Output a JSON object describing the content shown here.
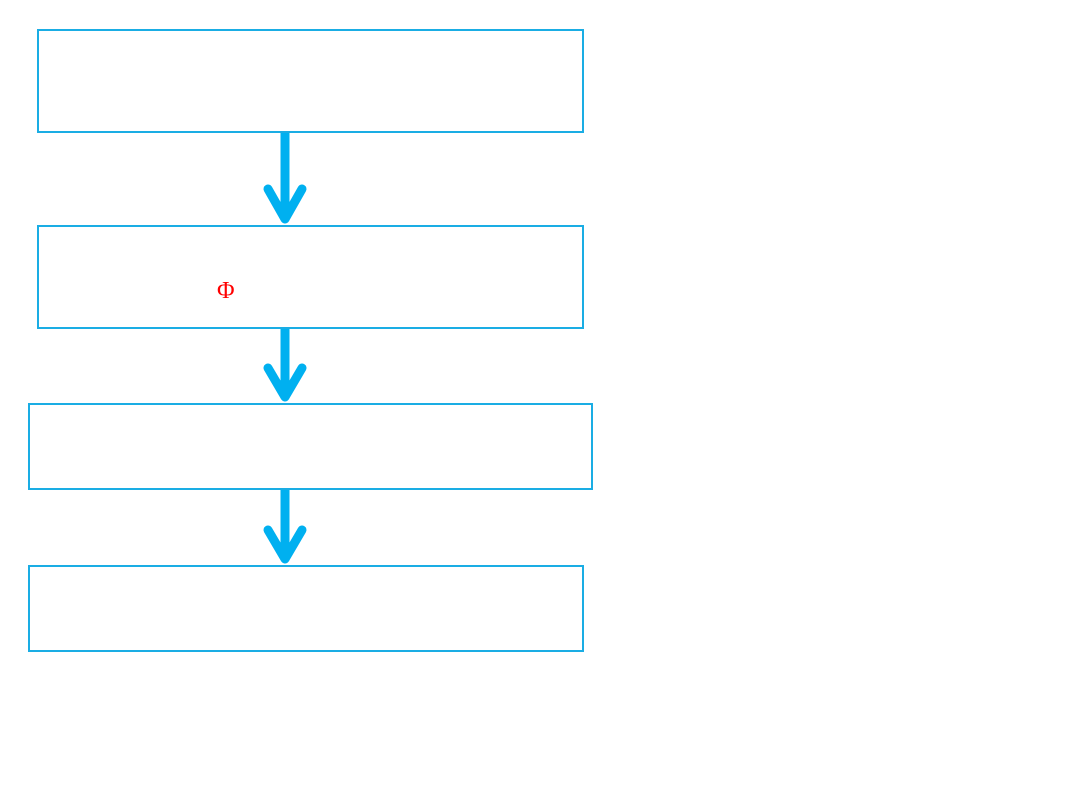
{
  "diagram": {
    "type": "flowchart",
    "accent_color": "#1AADE4",
    "arrow_color": "#00B0F0",
    "boxes": [
      {
        "id": "step-1",
        "text": ""
      },
      {
        "id": "step-2",
        "text": "",
        "symbol": "Φ",
        "symbol_color": "#FF0000"
      },
      {
        "id": "step-3",
        "text": ""
      },
      {
        "id": "step-4",
        "text": ""
      }
    ],
    "edges": [
      {
        "from": "step-1",
        "to": "step-2"
      },
      {
        "from": "step-2",
        "to": "step-3"
      },
      {
        "from": "step-3",
        "to": "step-4"
      }
    ]
  }
}
